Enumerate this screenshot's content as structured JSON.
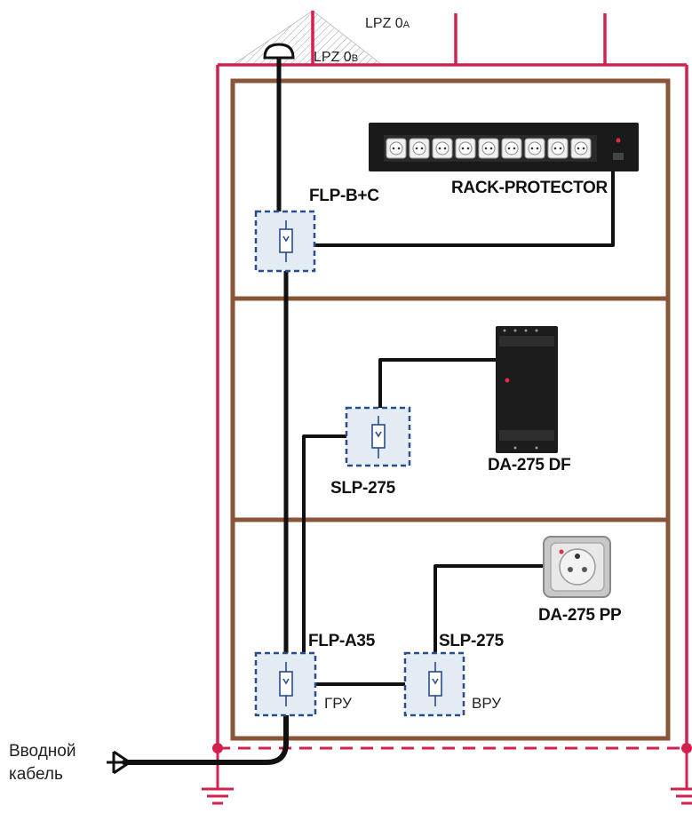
{
  "zones": {
    "lpz0a_main": "LPZ 0",
    "lpz0a_sub": "A",
    "lpz0b_main": "LPZ 0",
    "lpz0b_sub": "B"
  },
  "devices": {
    "flp_bc": "FLP-B+C",
    "rack_protector": "RACK-PROTECTOR",
    "slp_275_mid": "SLP-275",
    "da_275_df": "DA-275 DF",
    "flp_a35": "FLP-A35",
    "slp_275_low": "SLP-275",
    "da_275_pp": "DA-275 PP"
  },
  "panels": {
    "gru": "ГРУ",
    "vru": "ВРУ"
  },
  "input_cable": {
    "line1": "Вводной",
    "line2": "кабель"
  },
  "colors": {
    "lightning_red": "#d4204e",
    "cabinet_brown": "#8a5437",
    "device_fill": "#e3ecf3",
    "device_border": "#2a4c8c",
    "cable": "#111111"
  }
}
